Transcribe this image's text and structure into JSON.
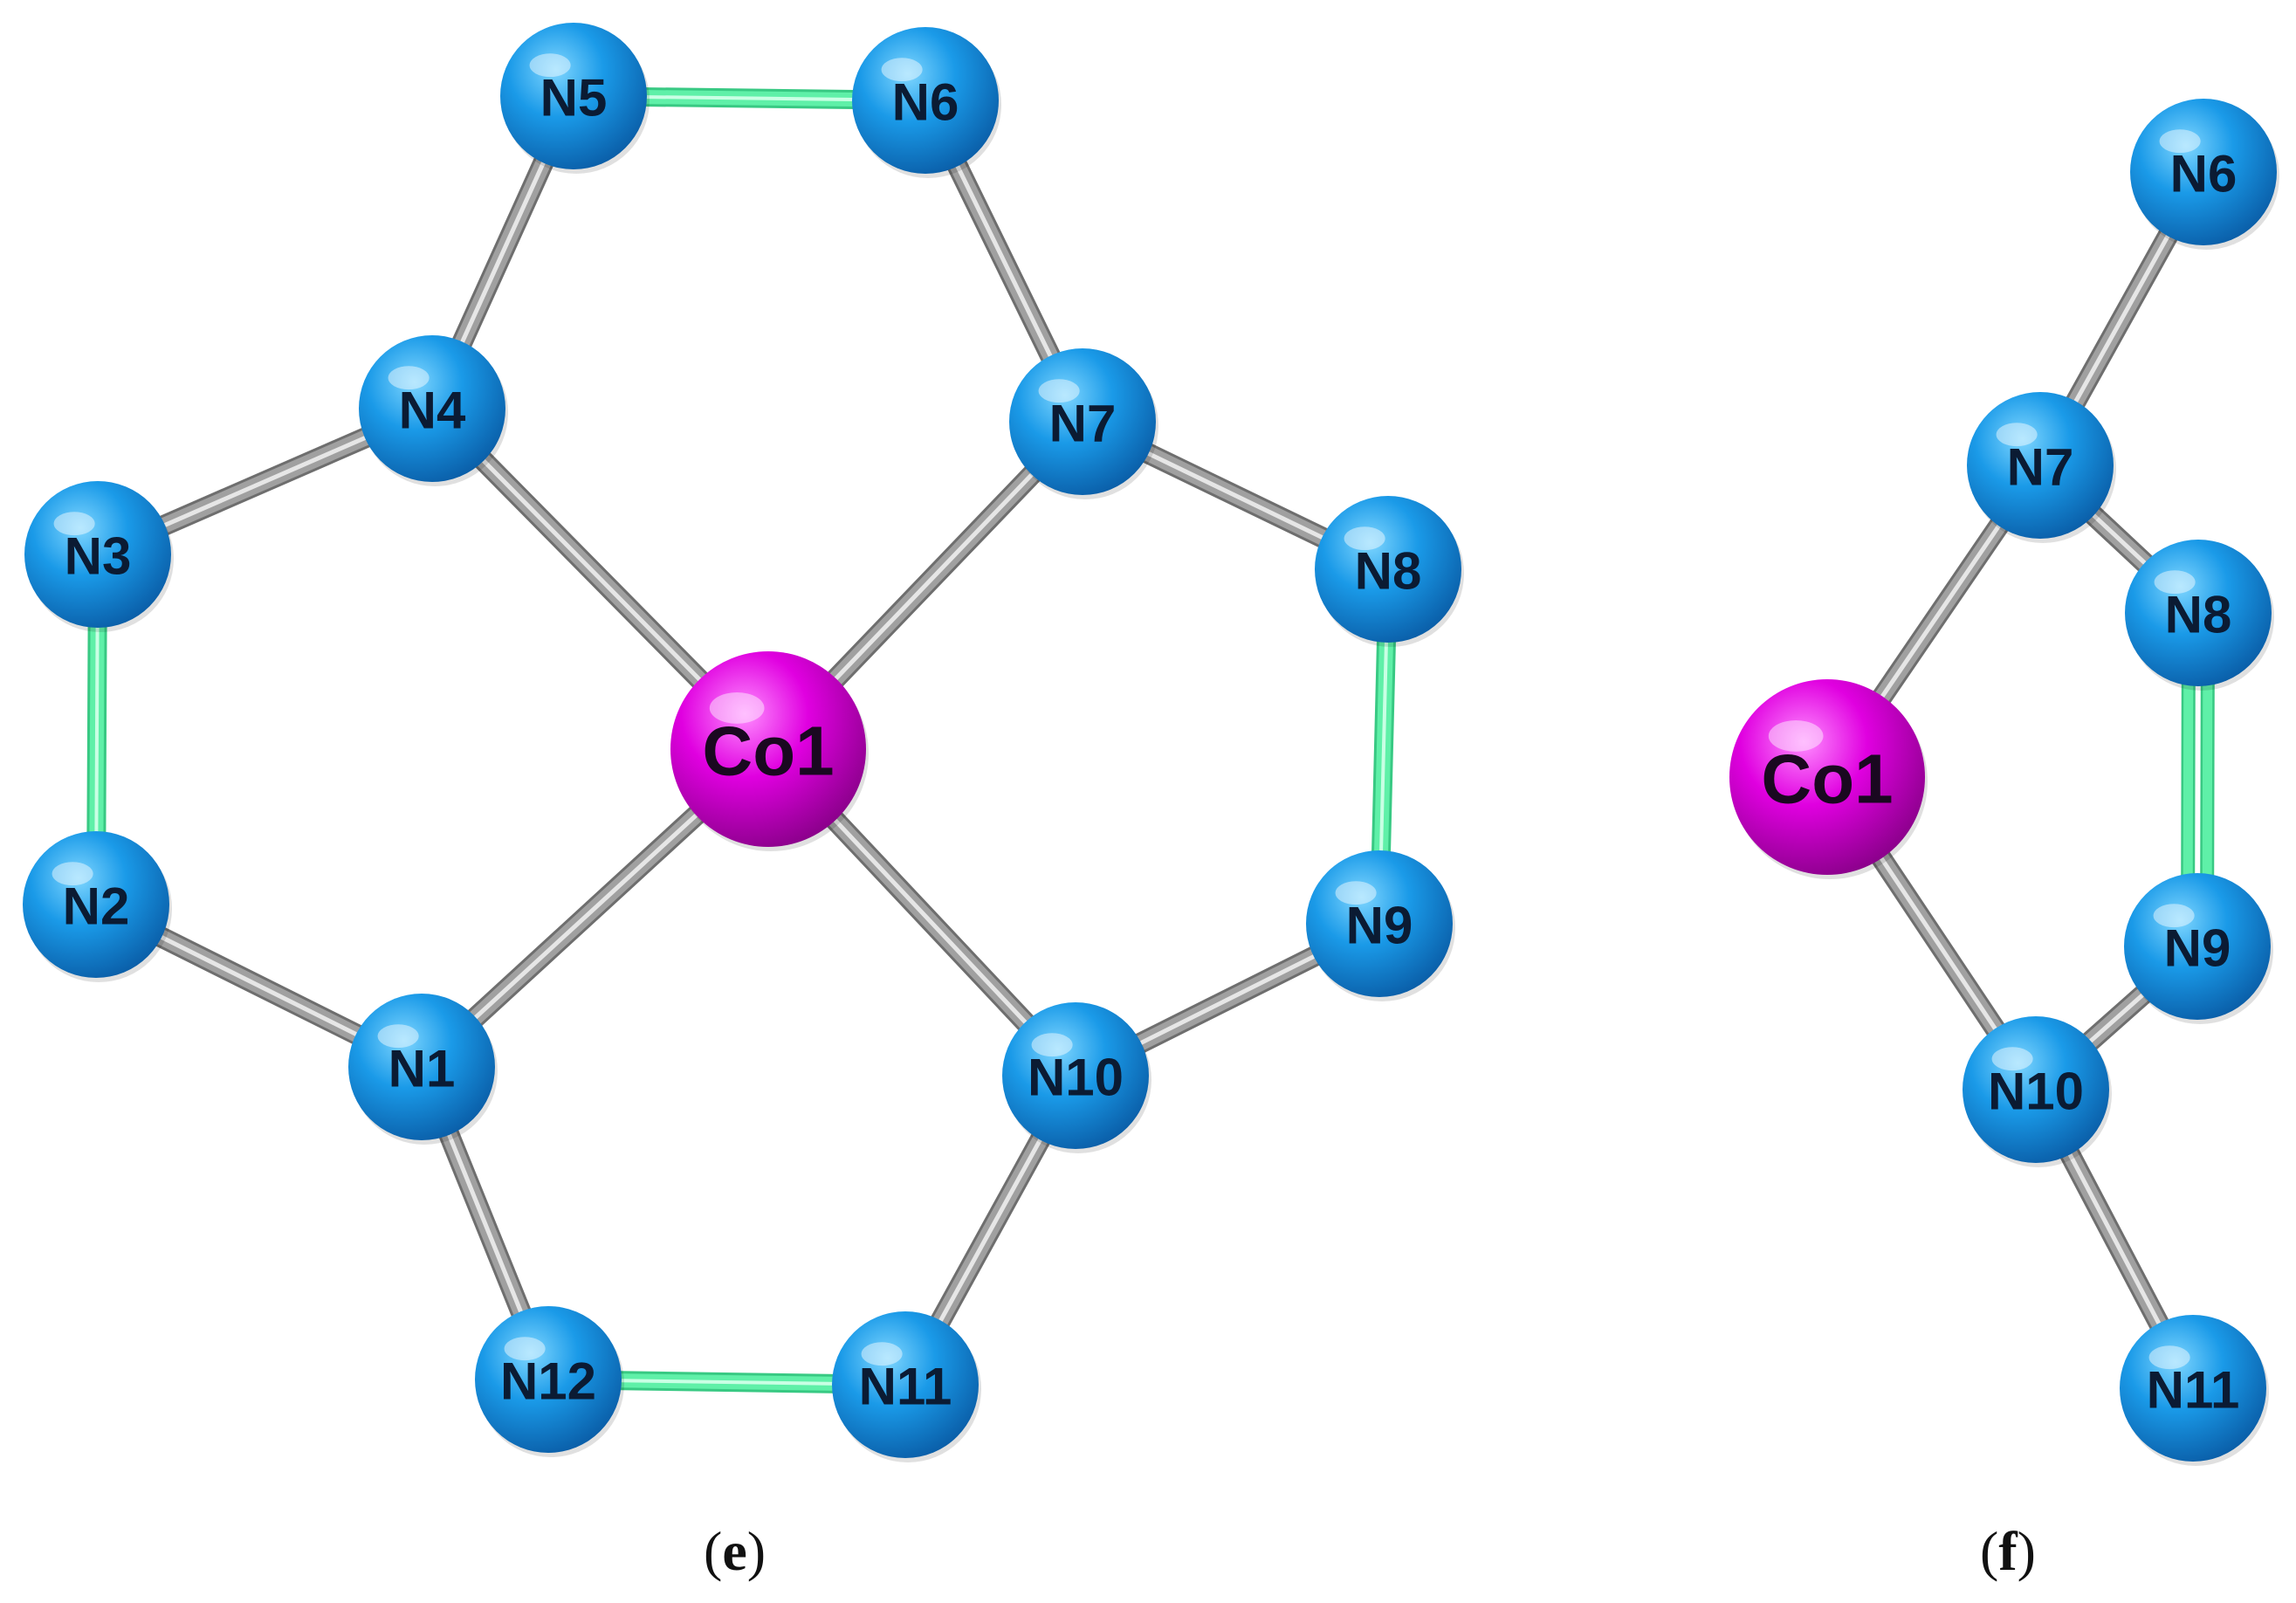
{
  "colors": {
    "nitrogen_light": "#7fd6ff",
    "nitrogen": "#1a9ae8",
    "nitrogen_dark": "#0a5ea8",
    "cobalt_light": "#ff8cff",
    "cobalt": "#e000e0",
    "cobalt_dark": "#8a008a",
    "bond_gray": "#a0a0a0",
    "bond_green": "#5ff0a8"
  },
  "panels": [
    {
      "id": "e",
      "caption": "(e)",
      "caption_letter": "e",
      "atoms": [
        {
          "id": "Co1",
          "label": "Co1",
          "element": "Co"
        },
        {
          "id": "N1",
          "label": "N1",
          "element": "N"
        },
        {
          "id": "N2",
          "label": "N2",
          "element": "N"
        },
        {
          "id": "N3",
          "label": "N3",
          "element": "N"
        },
        {
          "id": "N4",
          "label": "N4",
          "element": "N"
        },
        {
          "id": "N5",
          "label": "N5",
          "element": "N"
        },
        {
          "id": "N6",
          "label": "N6",
          "element": "N"
        },
        {
          "id": "N7",
          "label": "N7",
          "element": "N"
        },
        {
          "id": "N8",
          "label": "N8",
          "element": "N"
        },
        {
          "id": "N9",
          "label": "N9",
          "element": "N"
        },
        {
          "id": "N10",
          "label": "N10",
          "element": "N"
        },
        {
          "id": "N11",
          "label": "N11",
          "element": "N"
        },
        {
          "id": "N12",
          "label": "N12",
          "element": "N"
        }
      ],
      "bonds": [
        {
          "from": "Co1",
          "to": "N4",
          "type": "gray"
        },
        {
          "from": "Co1",
          "to": "N7",
          "type": "gray"
        },
        {
          "from": "Co1",
          "to": "N1",
          "type": "gray"
        },
        {
          "from": "Co1",
          "to": "N10",
          "type": "gray"
        },
        {
          "from": "N4",
          "to": "N3",
          "type": "gray"
        },
        {
          "from": "N4",
          "to": "N5",
          "type": "gray"
        },
        {
          "from": "N5",
          "to": "N6",
          "type": "green"
        },
        {
          "from": "N6",
          "to": "N7",
          "type": "gray"
        },
        {
          "from": "N7",
          "to": "N8",
          "type": "gray"
        },
        {
          "from": "N8",
          "to": "N9",
          "type": "green"
        },
        {
          "from": "N9",
          "to": "N10",
          "type": "gray"
        },
        {
          "from": "N10",
          "to": "N11",
          "type": "gray"
        },
        {
          "from": "N11",
          "to": "N12",
          "type": "green"
        },
        {
          "from": "N12",
          "to": "N1",
          "type": "gray"
        },
        {
          "from": "N1",
          "to": "N2",
          "type": "gray"
        },
        {
          "from": "N2",
          "to": "N3",
          "type": "green"
        }
      ]
    },
    {
      "id": "f",
      "caption": "(f)",
      "caption_letter": "f",
      "atoms": [
        {
          "id": "Co1",
          "label": "Co1",
          "element": "Co"
        },
        {
          "id": "N6",
          "label": "N6",
          "element": "N"
        },
        {
          "id": "N7",
          "label": "N7",
          "element": "N"
        },
        {
          "id": "N8",
          "label": "N8",
          "element": "N"
        },
        {
          "id": "N9",
          "label": "N9",
          "element": "N"
        },
        {
          "id": "N10",
          "label": "N10",
          "element": "N"
        },
        {
          "id": "N11",
          "label": "N11",
          "element": "N"
        }
      ],
      "bonds": [
        {
          "from": "N6",
          "to": "N7",
          "type": "gray"
        },
        {
          "from": "Co1",
          "to": "N7",
          "type": "gray"
        },
        {
          "from": "N7",
          "to": "N8",
          "type": "gray"
        },
        {
          "from": "N8",
          "to": "N9",
          "type": "green-double"
        },
        {
          "from": "N9",
          "to": "N10",
          "type": "gray"
        },
        {
          "from": "Co1",
          "to": "N10",
          "type": "gray"
        },
        {
          "from": "N10",
          "to": "N11",
          "type": "gray"
        }
      ]
    }
  ]
}
